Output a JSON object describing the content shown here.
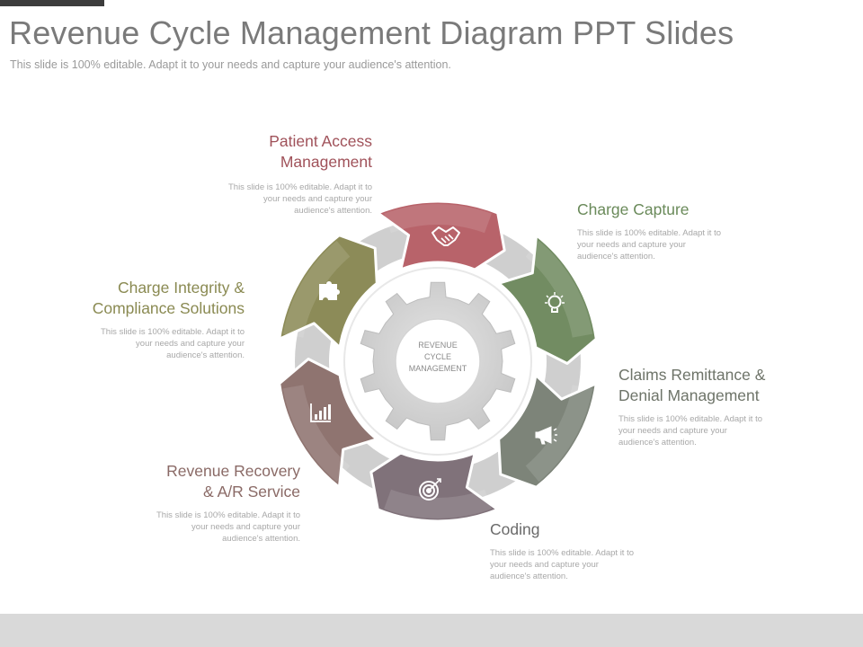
{
  "slide": {
    "title": "Revenue Cycle Management Diagram PPT Slides",
    "subtitle": "This slide is 100% editable. Adapt it to your needs and capture your audience's attention."
  },
  "center": {
    "line1": "REVENUE",
    "line2": "CYCLE",
    "line3": "MANAGEMENT"
  },
  "segments": [
    {
      "id": "patient-access",
      "title_line1": "Patient Access",
      "title_line2": "Management",
      "desc_line1": "This slide is 100% editable. Adapt it to",
      "desc_line2": "your needs and capture your",
      "desc_line3": "audience's attention.",
      "color": "#b8636a",
      "text_color": "#a0525a",
      "icon": "handshake-icon"
    },
    {
      "id": "charge-capture",
      "title_line1": "Charge Capture",
      "title_line2": "",
      "desc_line1": "This slide is 100% editable. Adapt it to",
      "desc_line2": "your needs and capture your",
      "desc_line3": "audience's attention.",
      "color": "#728c62",
      "text_color": "#6a8a5a",
      "icon": "lightbulb-icon"
    },
    {
      "id": "claims-remittance",
      "title_line1": "Claims Remittance &",
      "title_line2": "Denial Management",
      "desc_line1": "This slide is 100% editable. Adapt it to",
      "desc_line2": "your needs and capture your",
      "desc_line3": "audience's attention.",
      "color": "#7d8479",
      "text_color": "#6e7469",
      "icon": "megaphone-icon"
    },
    {
      "id": "coding",
      "title_line1": "Coding",
      "title_line2": "",
      "desc_line1": "This slide is 100% editable. Adapt it to",
      "desc_line2": "your needs and capture your",
      "desc_line3": "audience's attention.",
      "color": "#80727a",
      "text_color": "#6a6a6a",
      "icon": "target-icon"
    },
    {
      "id": "revenue-recovery",
      "title_line1": "Revenue Recovery",
      "title_line2": "& A/R Service",
      "desc_line1": "This slide is 100% editable. Adapt it to",
      "desc_line2": "your needs and capture your",
      "desc_line3": "audience's attention.",
      "color": "#8f7470",
      "text_color": "#8a6a66",
      "icon": "bar-chart-icon"
    },
    {
      "id": "charge-integrity",
      "title_line1": "Charge Integrity &",
      "title_line2": "Compliance Solutions",
      "desc_line1": "This slide is 100% editable. Adapt it to",
      "desc_line2": "your needs and capture your",
      "desc_line3": "audience's attention.",
      "color": "#8c8b58",
      "text_color": "#8a8a52",
      "icon": "puzzle-icon"
    }
  ]
}
